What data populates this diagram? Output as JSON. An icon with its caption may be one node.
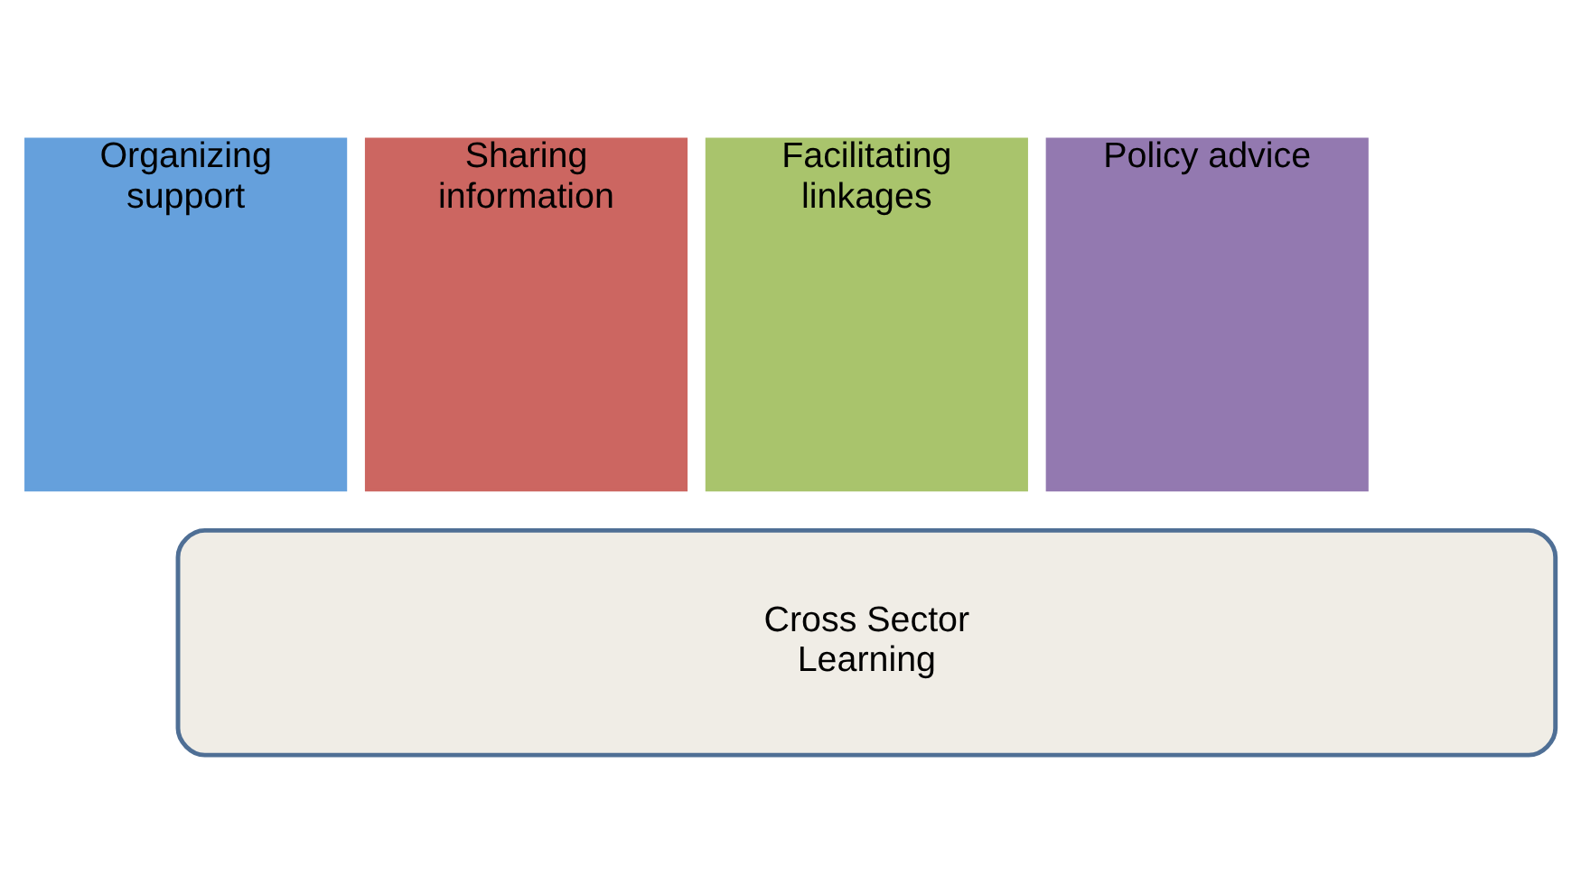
{
  "diagram": {
    "nodes": [
      {
        "text": [
          "Organizing support"
        ]
      },
      {
        "text": [
          "Sharing information"
        ]
      },
      {
        "text": [
          "Facilitating linkages"
        ]
      },
      {
        "text": [
          "Policy advice"
        ]
      },
      {
        "text": [
          "Cross Sector Learning"
        ]
      }
    ]
  }
}
